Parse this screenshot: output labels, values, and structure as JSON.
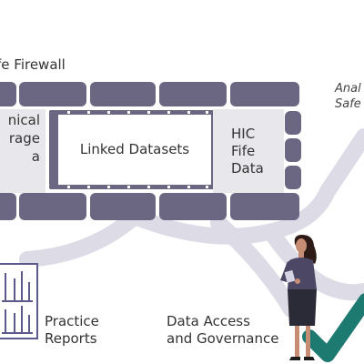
{
  "firewall": {
    "title": "fe Firewall"
  },
  "boxes": {
    "left_label_lines": [
      "nical",
      "rage",
      "a"
    ],
    "center_label": "Linked Datasets",
    "right_label_lines": [
      "HIC",
      "Fife",
      "Data"
    ]
  },
  "outputs": {
    "practice_label_lines": [
      "Practice",
      "Reports"
    ],
    "access_label_lines": [
      "Data Access",
      "and Governance"
    ]
  },
  "side_note": {
    "lines": [
      "Anal",
      "Safe"
    ]
  },
  "icons": [
    "report-chart-icon",
    "woman-figure",
    "checkmark-icon",
    "brick-wall"
  ],
  "colors": {
    "brick": "#6b6782",
    "box": "#e8e8ec",
    "line": "#d9d8e3",
    "check": "#1d7a71",
    "text": "#333333"
  }
}
